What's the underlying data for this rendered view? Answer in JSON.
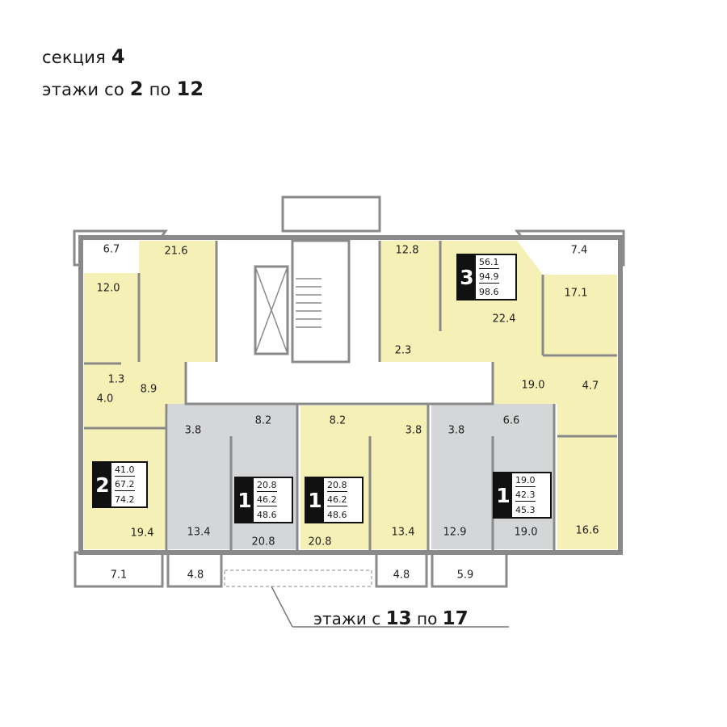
{
  "header": {
    "section_label": "секция",
    "section_number": "4",
    "floors_prefix": "этажи со",
    "floors_from": "2",
    "floors_mid": "по",
    "floors_to": "12"
  },
  "footer": {
    "prefix": "этажи с",
    "from": "13",
    "mid": "по",
    "to": "17"
  },
  "colors": {
    "wall": "#8a8a8a",
    "yellow_apartment": "#f5f0b5",
    "gray_apartment": "#d4d6d8",
    "common_area": "#ffffff",
    "badge_dark": "#111111"
  },
  "areas": [
    "6.7",
    "21.6",
    "12.0",
    "1.3",
    "4.0",
    "8.9",
    "19.4",
    "7.1",
    "3.8",
    "8.2",
    "13.4",
    "4.8",
    "20.8",
    "8.2",
    "20.8",
    "3.8",
    "13.4",
    "4.8",
    "3.8",
    "6.6",
    "12.9",
    "5.9",
    "19.0",
    "16.6",
    "4.7",
    "19.0",
    "17.1",
    "7.4",
    "12.8",
    "2.3",
    "22.4"
  ],
  "badges": [
    {
      "rooms": "2",
      "living": "41.0",
      "total": "67.2",
      "total_balcony": "74.2"
    },
    {
      "rooms": "1",
      "living": "20.8",
      "total": "46.2",
      "total_balcony": "48.6"
    },
    {
      "rooms": "1",
      "living": "20.8",
      "total": "46.2",
      "total_balcony": "48.6"
    },
    {
      "rooms": "1",
      "living": "19.0",
      "total": "42.3",
      "total_balcony": "45.3"
    },
    {
      "rooms": "3",
      "living": "56.1",
      "total": "94.9",
      "total_balcony": "98.6"
    }
  ]
}
